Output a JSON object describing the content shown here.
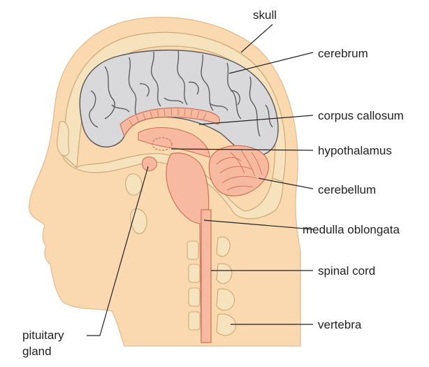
{
  "diagram": {
    "labels": {
      "skull": "skull",
      "cerebrum": "cerebrum",
      "corpus_callosum": "corpus callosum",
      "hypothalamus": "hypothalamus",
      "cerebellum": "cerebellum",
      "medulla_oblongata": "medulla oblongata",
      "spinal_cord": "spinal cord",
      "vertebra": "vertebra",
      "pituitary_line1": "pituitary",
      "pituitary_line2": "gland"
    },
    "colors": {
      "skin": "#fbd9b0",
      "bone": "#f6e3bd",
      "bone_outline": "#c9a978",
      "brain": "#d9d9dc",
      "brain_outline": "#555555",
      "tissue": "#f7b9a0",
      "tissue_outline": "#c9735a",
      "line": "#222222"
    }
  }
}
